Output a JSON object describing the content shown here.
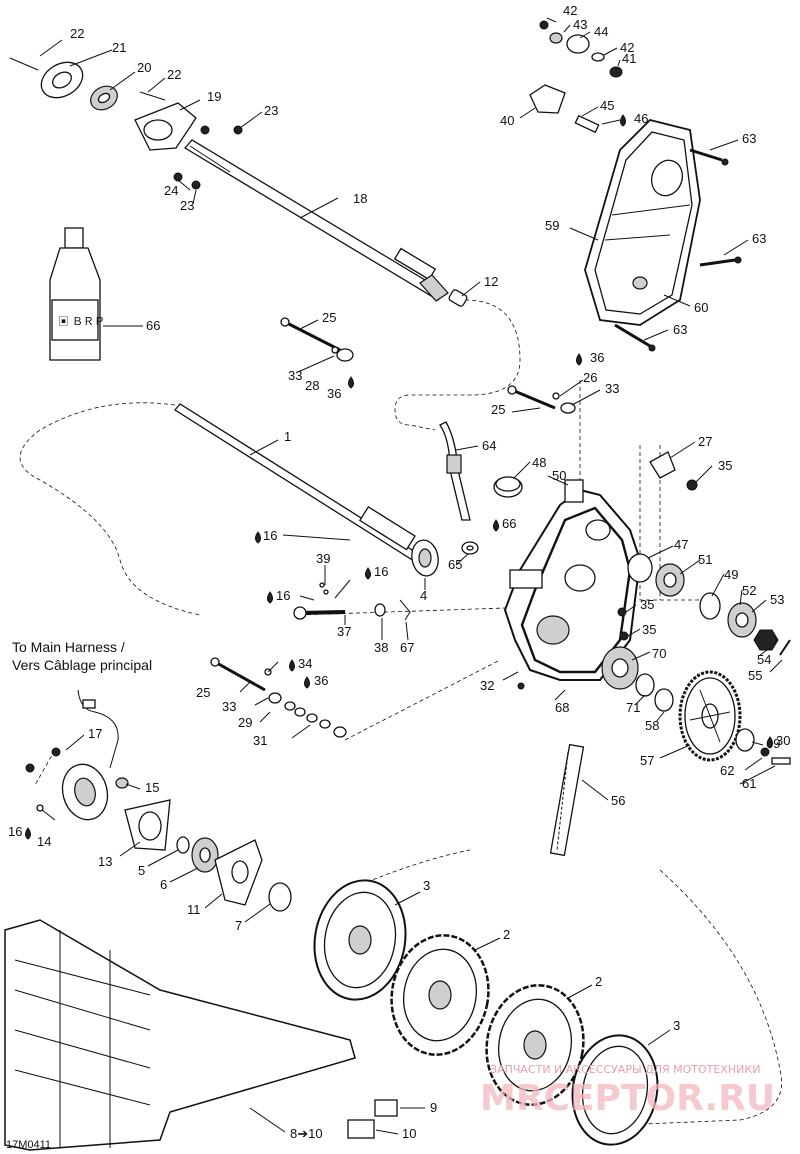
{
  "diagram_code": "17M0411",
  "harness_note": {
    "line1": "To Main Harness /",
    "line2": "Vers Câblage principal"
  },
  "watermark": {
    "line1": "ЗАПЧАСТИ И АКСЕССУАРЫ ДЛЯ МОТОТЕХНИКИ",
    "line2": "MRCEPTOR.RU"
  },
  "callouts": {
    "c1": "1",
    "c2a": "2",
    "c2b": "2",
    "c3a": "3",
    "c3b": "3",
    "c4": "4",
    "c5": "5",
    "c6": "6",
    "c7": "7",
    "c8": "8➔10",
    "c9": "9",
    "c10": "10",
    "c11": "11",
    "c12": "12",
    "c13": "13",
    "c14": "14",
    "c15": "15",
    "c16a": "16",
    "c16b": "16",
    "c16c": "16",
    "c16d": "16",
    "c17": "17",
    "c18": "18",
    "c19": "19",
    "c20": "20",
    "c21": "21",
    "c22a": "22",
    "c22b": "22",
    "c23a": "23",
    "c23b": "23",
    "c24": "24",
    "c25a": "25",
    "c25b": "25",
    "c25c": "25",
    "c26": "26",
    "c27": "27",
    "c28": "28",
    "c29": "29",
    "c30": "30",
    "c31": "31",
    "c32": "32",
    "c33a": "33",
    "c33b": "33",
    "c33c": "33",
    "c34": "34",
    "c35a": "35",
    "c35b": "35",
    "c35c": "35",
    "c36a": "36",
    "c36b": "36",
    "c36c": "36",
    "c37": "37",
    "c38": "38",
    "c39": "39",
    "c40": "40",
    "c41": "41",
    "c42a": "42",
    "c42b": "42",
    "c43": "43",
    "c44": "44",
    "c45": "45",
    "c46": "46",
    "c47": "47",
    "c48": "48",
    "c49": "49",
    "c50": "50",
    "c51": "51",
    "c52": "52",
    "c53": "53",
    "c54": "54",
    "c55": "55",
    "c56": "56",
    "c57": "57",
    "c58": "58",
    "c59": "59",
    "c60": "60",
    "c61": "61",
    "c62": "62",
    "c63a": "63",
    "c63b": "63",
    "c63c": "63",
    "c64": "64",
    "c65": "65",
    "c66a": "66",
    "c66b": "66",
    "c67": "67",
    "c68": "68",
    "c69": "69",
    "c70": "70",
    "c71": "71"
  }
}
